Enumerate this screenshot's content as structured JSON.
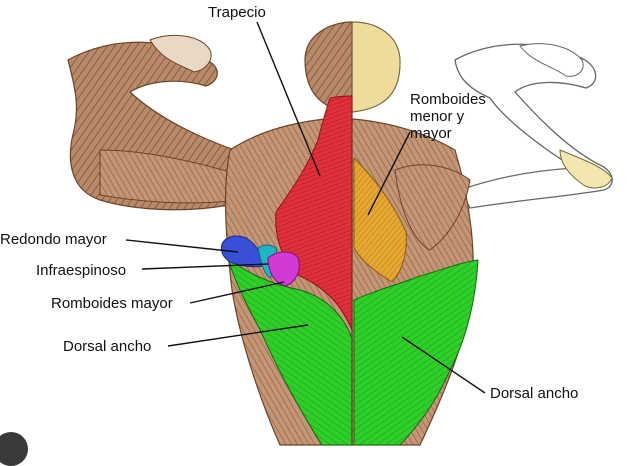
{
  "figure": {
    "labels": {
      "trapecio": "Trapecio",
      "romboides_menor_y_mayor": [
        "Romboides",
        "menor y",
        "mayor"
      ],
      "redondo_mayor": "Redondo mayor",
      "infraespinoso": "Infraespinoso",
      "romboides_mayor": "Romboides mayor",
      "dorsal_ancho_left": "Dorsal ancho",
      "dorsal_ancho_right": "Dorsal ancho"
    },
    "colors": {
      "trapecio": "#e0303a",
      "romboides_menor_y_mayor": "#e6a832",
      "redondo_mayor": "#3a4fd8",
      "infraespinoso": "#1fb6c4",
      "romboides_mayor": "#d23ad6",
      "dorsal_ancho": "#2fcf2a",
      "muscle_tissue": "#b98a6a",
      "bone": "#eedc9a"
    }
  }
}
